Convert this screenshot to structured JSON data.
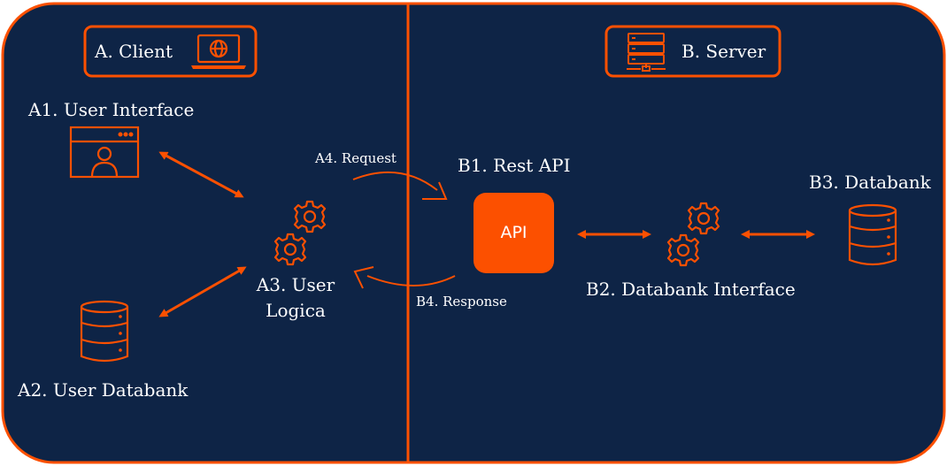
{
  "colors": {
    "background": "#0e2446",
    "accent": "#fc5000",
    "text": "#ffffff"
  },
  "client": {
    "header": "A. Client",
    "header_icon": "laptop-globe-icon",
    "user_interface": "A1. User Interface",
    "user_interface_icon": "browser-window-user-icon",
    "user_databank": "A2. User Databank",
    "user_databank_icon": "database-icon",
    "user_logic_line1": "A3. User",
    "user_logic_line2": "Logica",
    "user_logic_icon": "gears-icon",
    "request": "A4. Request"
  },
  "server": {
    "header": "B. Server",
    "header_icon": "server-rack-icon",
    "rest_api": "B1. Rest API",
    "api_box": "API",
    "databank_interface": "B2. Databank Interface",
    "databank_interface_icon": "gears-icon",
    "databank": "B3. Databank",
    "databank_icon": "database-icon",
    "response": "B4. Response"
  }
}
